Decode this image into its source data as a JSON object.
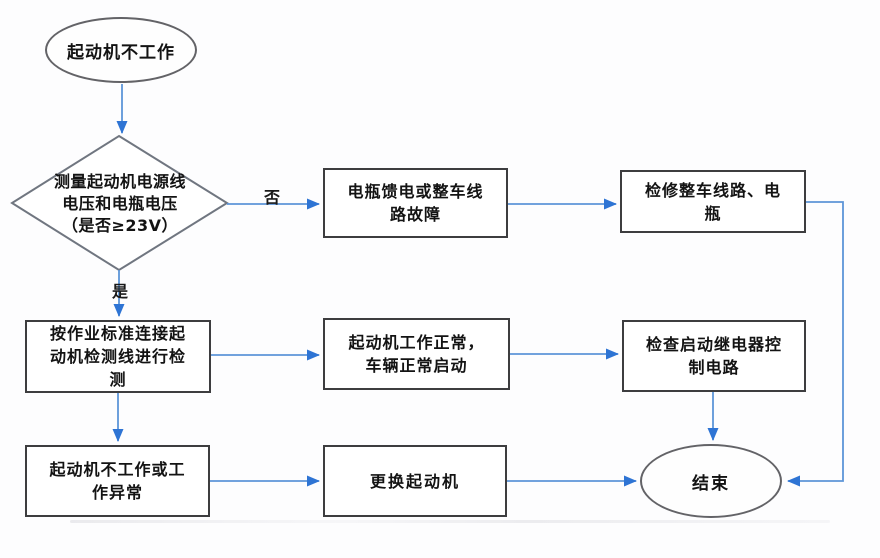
{
  "colors": {
    "connector_line": "#5d95d8",
    "arrow_head": "#2e74d4",
    "rect_border": "#3d3d3f",
    "ellipse_border": "#636367",
    "diamond_border": "#707680",
    "text": "#131313",
    "background": "#fdfdfe"
  },
  "flowchart": {
    "nodes": {
      "start": {
        "shape": "ellipse",
        "label": "起动机不工作"
      },
      "decision_voltage": {
        "shape": "diamond",
        "lines": [
          "测量起动机电源线",
          "电压和电瓶电压",
          "（是否≥23V）"
        ]
      },
      "battery_fault": {
        "shape": "rect",
        "lines": [
          "电瓶馈电或整车线",
          "路故障"
        ]
      },
      "repair_circuit": {
        "shape": "rect",
        "lines": [
          "检修整车线路、电",
          "瓶"
        ]
      },
      "connect_test": {
        "shape": "rect",
        "lines": [
          "按作业标准连接起",
          "动机检测线进行检",
          "测"
        ]
      },
      "starter_ok": {
        "shape": "rect",
        "lines": [
          "起动机工作正常，",
          "车辆正常启动"
        ]
      },
      "check_relay": {
        "shape": "rect",
        "lines": [
          "检查启动继电器控",
          "制电路"
        ]
      },
      "starter_fail": {
        "shape": "rect",
        "lines": [
          "起动机不工作或工",
          "作异常"
        ]
      },
      "replace_starter": {
        "shape": "rect",
        "label": "更换起动机"
      },
      "end": {
        "shape": "ellipse",
        "label": "结束"
      }
    },
    "edge_labels": {
      "no": "否",
      "yes": "是"
    },
    "edges": [
      {
        "from": "start",
        "to": "decision_voltage"
      },
      {
        "from": "decision_voltage",
        "to": "battery_fault",
        "label": "否"
      },
      {
        "from": "battery_fault",
        "to": "repair_circuit"
      },
      {
        "from": "repair_circuit",
        "to": "end"
      },
      {
        "from": "decision_voltage",
        "to": "connect_test",
        "label": "是"
      },
      {
        "from": "connect_test",
        "to": "starter_ok"
      },
      {
        "from": "starter_ok",
        "to": "check_relay"
      },
      {
        "from": "check_relay",
        "to": "end"
      },
      {
        "from": "connect_test",
        "to": "starter_fail"
      },
      {
        "from": "starter_fail",
        "to": "replace_starter"
      },
      {
        "from": "replace_starter",
        "to": "end"
      }
    ]
  }
}
